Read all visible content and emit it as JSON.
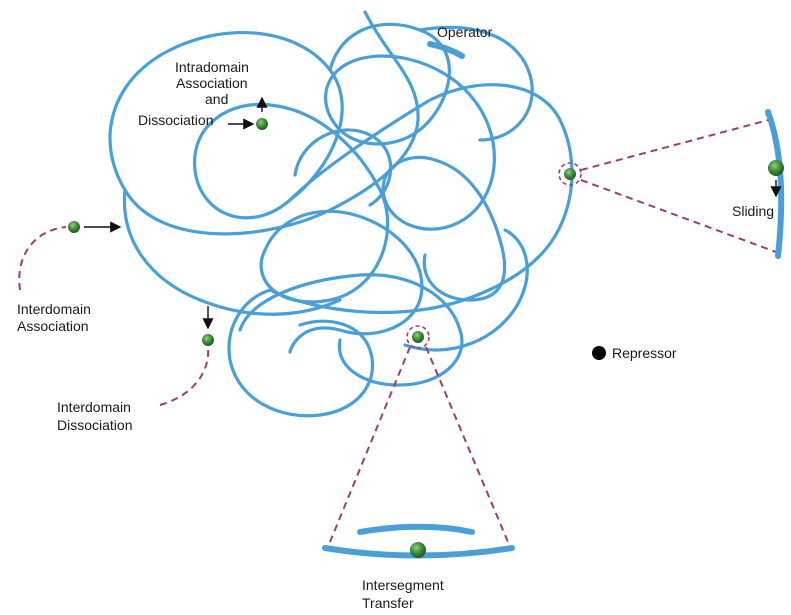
{
  "labels": {
    "operator": "Operator",
    "intradomain_line1": "Intradomain",
    "intradomain_line2": "Association",
    "intradomain_line3": "and",
    "intradomain_line4": "Dissociation",
    "sliding": "Sliding",
    "interdomain_assoc_line1": "Interdomain",
    "interdomain_assoc_line2": "Association",
    "interdomain_dissoc_line1": "Interdomain",
    "interdomain_dissoc_line2": "Dissociation",
    "repressor": "Repressor",
    "intersegment_line1": "Intersegment",
    "intersegment_line2": "Transfer"
  },
  "colors": {
    "dna": "#4a9fd8",
    "dashed_guides": "#9b3d7c",
    "repressor_particle": "#3f8a3a",
    "legend_dot": "#000000"
  }
}
